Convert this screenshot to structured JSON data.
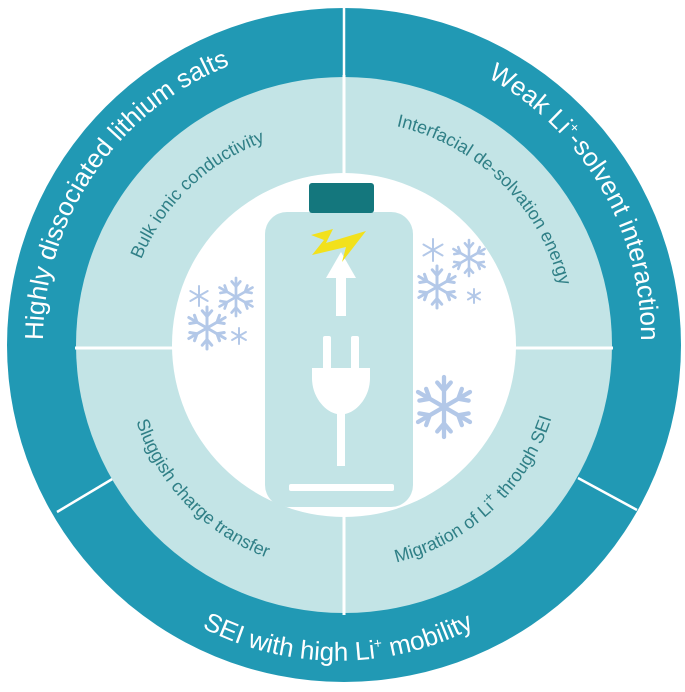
{
  "outer_ring": {
    "top_left": "Highly dissociated lithium salts",
    "top_right": {
      "before": "Weak Li",
      "superscript": "+",
      "after": "-solvent interaction"
    },
    "bottom": {
      "before": "SEI with high Li",
      "superscript": "+",
      "after": " mobility"
    }
  },
  "inner_ring": {
    "top_left": "Bulk ionic conductivity",
    "top_right": "Interfacial de-solvation energy",
    "bottom_left": "Sluggish charge transfer",
    "bottom_right": {
      "before": "Migration of Li",
      "superscript": "+",
      "after": " through SEI"
    }
  },
  "center": {
    "icon": "battery-charging-plug-icon",
    "decorations": [
      "snowflake-icon",
      "lightning-bolt-icon",
      "arrow-up-icon"
    ]
  },
  "colors": {
    "outer_ring": "#2199b4",
    "inner_ring": "#c3e4e6",
    "battery_body": "#c3e4e6",
    "battery_cap": "#14777d",
    "snowflake": "#b3c8e8",
    "bolt": "#f2e11c",
    "label_inner": "#2f7f86"
  }
}
